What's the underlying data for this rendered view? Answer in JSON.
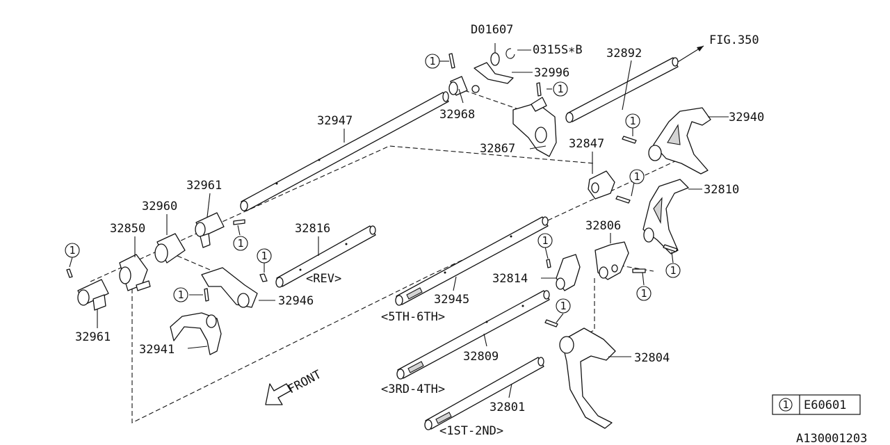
{
  "callouts": {
    "n32892": "32892",
    "fig350": "FIG.350",
    "d01607": "D01607",
    "n0315s": "0315S∗B",
    "n32996": "32996",
    "n32968": "32968",
    "n32947": "32947",
    "n32867": "32867",
    "n32940": "32940",
    "n32847": "32847",
    "n32810": "32810",
    "n32806": "32806",
    "n32961_top": "32961",
    "n32960": "32960",
    "n32850": "32850",
    "n32816": "32816",
    "rev": "<REV>",
    "n32946": "32946",
    "n32961_bottom": "32961",
    "n32941": "32941",
    "n32814": "32814",
    "n32945": "32945",
    "fifth_sixth": "<5TH-6TH>",
    "n32809": "32809",
    "third_fourth": "<3RD-4TH>",
    "n32804": "32804",
    "n32801": "32801",
    "first_second": "<1ST-2ND>",
    "front": "FRONT"
  },
  "ref_marker": "1",
  "legend": {
    "marker": "1",
    "code": "E60601"
  },
  "diagram_id": "A130001203"
}
